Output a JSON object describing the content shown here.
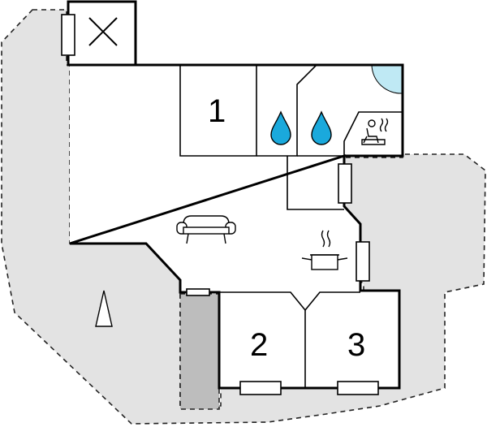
{
  "floorplan": {
    "rooms": [
      {
        "id": "bedroom-1",
        "label": "1"
      },
      {
        "id": "bedroom-2",
        "label": "2"
      },
      {
        "id": "bedroom-3",
        "label": "3"
      }
    ],
    "icons": [
      "storage-cross-icon",
      "water-drop-icon",
      "water-drop-icon",
      "sauna-icon",
      "sofa-icon",
      "cooking-pot-icon",
      "north-arrow-icon",
      "shower-corner-icon",
      "window-icon"
    ],
    "colors": {
      "terrace": "#e3e3e3",
      "carport": "#bdbdbd",
      "shower": "#bfe9f4",
      "wall": "#000000",
      "drop": "#1aa9dc"
    }
  }
}
